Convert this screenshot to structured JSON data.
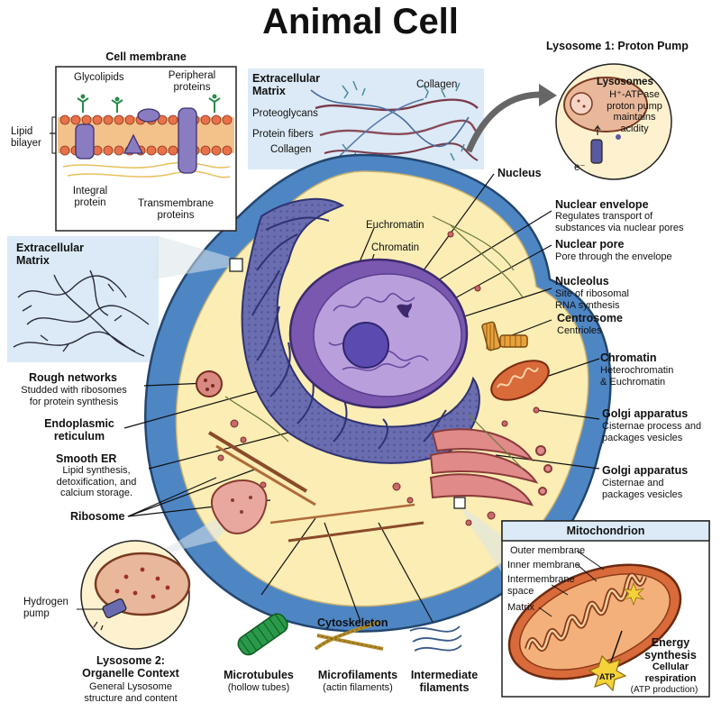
{
  "title": "Animal Cell",
  "panels": {
    "cell_membrane": {
      "title": "Cell membrane",
      "glycolipids": "Glycolipids",
      "peripheral": "Peripheral\nproteins",
      "lipid_bilayer": "Lipid\nbilayer",
      "integral": "Integral\nprotein",
      "transmembrane": "Transmembrane\nproteins"
    },
    "ecm_top": {
      "title": "Extracellular\nMatrix",
      "collagen_1": "Collagen",
      "proteoglycans": "Proteoglycans",
      "protein_fibers": "Protein fibers",
      "collagen_2": "Collagen"
    },
    "lysosome1": {
      "title": "Lysosome 1: Proton Pump",
      "name": "Lysosomes",
      "desc": "H⁺-ATPase\nproton pump\nmaintains\nacidity",
      "electron": "e⁻"
    },
    "ecm_left": {
      "title": "Extracellular\nMatrix"
    },
    "lysosome2": {
      "pump": "Hydrogen\npump",
      "title": "Lysosome 2:\nOrganelle Context",
      "desc": "General Lysosome\nstructure and content"
    },
    "mitochondrion": {
      "title": "Mitochondrion",
      "outer": "Outer membrane",
      "inner": "Inner membrane",
      "intermembrane": "Intermembrane\nspace",
      "matrix": "Matrix",
      "energy": "Energy\nsynthesis",
      "respiration": "Cellular\nrespiration",
      "atp_note": "(ATP production)",
      "atp": "ATP"
    }
  },
  "labels": {
    "euchromatin": "Euchromatin",
    "chromatin_inner": "Chromatin",
    "nucleus": "Nucleus",
    "nuclear_envelope": {
      "title": "Nuclear envelope",
      "desc": "Regulates transport of\nsubstances via nuclear pores"
    },
    "nuclear_pore": {
      "title": "Nuclear pore",
      "desc": "Pore through the envelope"
    },
    "nucleolus": {
      "title": "Nucleolus",
      "desc": "Site of ribosomal\nRNA synthesis"
    },
    "centrosome": {
      "title": "Centrosome",
      "desc": "Centrioles"
    },
    "chromatin": {
      "title": "Chromatin",
      "desc": "Heterochromatin\n& Euchromatin"
    },
    "golgi_1": {
      "title": "Golgi apparatus",
      "desc": "Cisternae process and\npackages vesicles"
    },
    "golgi_2": {
      "title": "Golgi apparatus",
      "desc": "Cisternae and\npackages vesicles"
    },
    "rough_networks": {
      "title": "Rough networks",
      "desc": "Studded with ribosomes\nfor protein synthesis"
    },
    "endoplasmic_reticulum": {
      "title": "Endoplasmic\nreticulum"
    },
    "smooth_er": {
      "title": "Smooth ER",
      "desc": "Lipid synthesis,\ndetoxification, and\ncalcium storage."
    },
    "ribosome": {
      "title": "Ribosome"
    },
    "cytoskeleton": {
      "title": "Cytoskeleton"
    },
    "microtubules": {
      "title": "Microtubules",
      "desc": "(hollow tubes)"
    },
    "microfilaments": {
      "title": "Microfilaments",
      "desc": "(actin filaments)"
    },
    "intermediate": {
      "title": "Intermediate\nfilaments"
    }
  },
  "colors": {
    "membrane_blue": "#4e86c4",
    "cytoplasm": "#fbedb4",
    "er_purple": "#6a6eb0",
    "nucleus_purple": "#9c78c8",
    "mito_orange": "#d96a3a",
    "panel_blue": "#dbeaf6"
  }
}
